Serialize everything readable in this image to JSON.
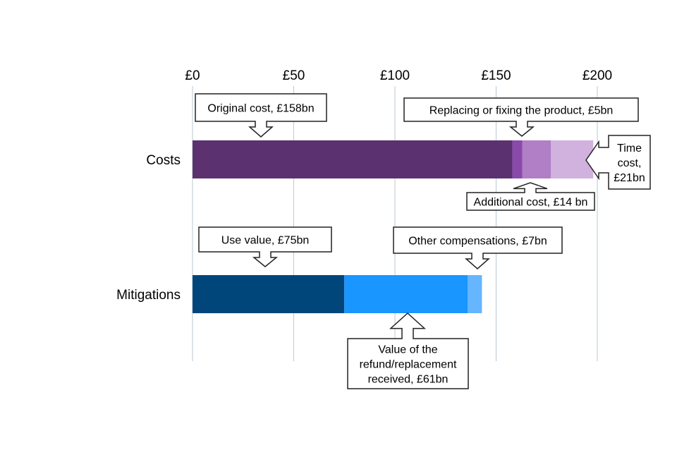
{
  "chart_data": {
    "type": "bar",
    "orientation": "horizontal",
    "stacked": true,
    "title": "",
    "xlabel": "",
    "ylabel": "",
    "xlim": [
      0,
      200
    ],
    "x_ticks": [
      0,
      50,
      100,
      150,
      200
    ],
    "x_tick_labels": [
      "£0",
      "£50",
      "£100",
      "£150",
      "£200"
    ],
    "grid": "vertical",
    "categories": [
      "Costs",
      "Mitigations"
    ],
    "series": [
      {
        "category": "Costs",
        "segments": [
          {
            "name": "Original cost",
            "value": 158,
            "color": "#5c3170"
          },
          {
            "name": "Replacing or fixing the product",
            "value": 5,
            "color": "#8a4aaa"
          },
          {
            "name": "Additional cost",
            "value": 14,
            "color": "#b07fc6"
          },
          {
            "name": "Time cost",
            "value": 21,
            "color": "#d1b1de"
          }
        ]
      },
      {
        "category": "Mitigations",
        "segments": [
          {
            "name": "Use value",
            "value": 75,
            "color": "#00467a"
          },
          {
            "name": "Value of the refund/replacement received",
            "value": 61,
            "color": "#1996ff"
          },
          {
            "name": "Other compensations",
            "value": 7,
            "color": "#66b5ff"
          }
        ]
      }
    ],
    "annotations": [
      {
        "lines": [
          "Original cost, £158bn"
        ]
      },
      {
        "lines": [
          "Replacing or fixing the product, £5bn"
        ]
      },
      {
        "lines": [
          "Time",
          "cost,",
          "£21bn"
        ]
      },
      {
        "lines": [
          "Additional cost, £14 bn"
        ]
      },
      {
        "lines": [
          "Use value, £75bn"
        ]
      },
      {
        "lines": [
          "Other compensations, £7bn"
        ]
      },
      {
        "lines": [
          "Value of the",
          "refund/replacement",
          "received, £61bn"
        ]
      }
    ]
  }
}
